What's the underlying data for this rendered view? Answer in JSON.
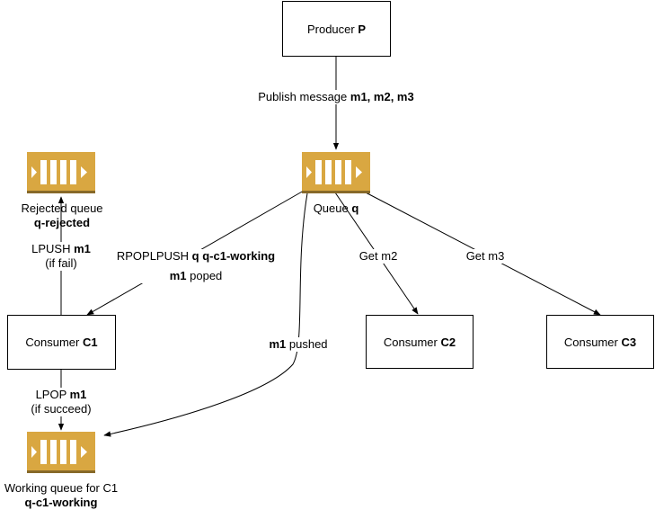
{
  "colors": {
    "queue_fill": "#D9A741",
    "queue_dark": "#876929",
    "line": "#000000"
  },
  "icons": {
    "queue_icon": "amazon-sqs-queue-icon"
  },
  "producer": {
    "text": "Producer ",
    "bold": "P"
  },
  "publish_edge": {
    "text": "Publish message ",
    "bold": "m1, m2, m3"
  },
  "main_queue": {
    "text": "Queue ",
    "bold": "q"
  },
  "rejected_queue": {
    "line1": "Rejected queue",
    "bold": "q-rejected"
  },
  "working_queue": {
    "line1": "Working queue for C1",
    "bold": "q-c1-working"
  },
  "consumer_c1": {
    "text": "Consumer ",
    "bold": "C1"
  },
  "consumer_c2": {
    "text": "Consumer ",
    "bold": "C2"
  },
  "consumer_c3": {
    "text": "Consumer ",
    "bold": "C3"
  },
  "rpoplpush_edge": {
    "line1_text": "RPOPLPUSH ",
    "line1_bold": "q q-c1-working",
    "line2_bold": "m1",
    "line2_text": " poped"
  },
  "pushed_edge": {
    "bold": "m1",
    "text": " pushed"
  },
  "get_m2_edge": {
    "text": "Get m2"
  },
  "get_m3_edge": {
    "text": "Get m3"
  },
  "lpush_edge": {
    "text": "LPUSH ",
    "bold": "m1",
    "line2": "(if fail)"
  },
  "lpop_edge": {
    "text": "LPOP ",
    "bold": "m1",
    "line2": "(if succeed)"
  }
}
